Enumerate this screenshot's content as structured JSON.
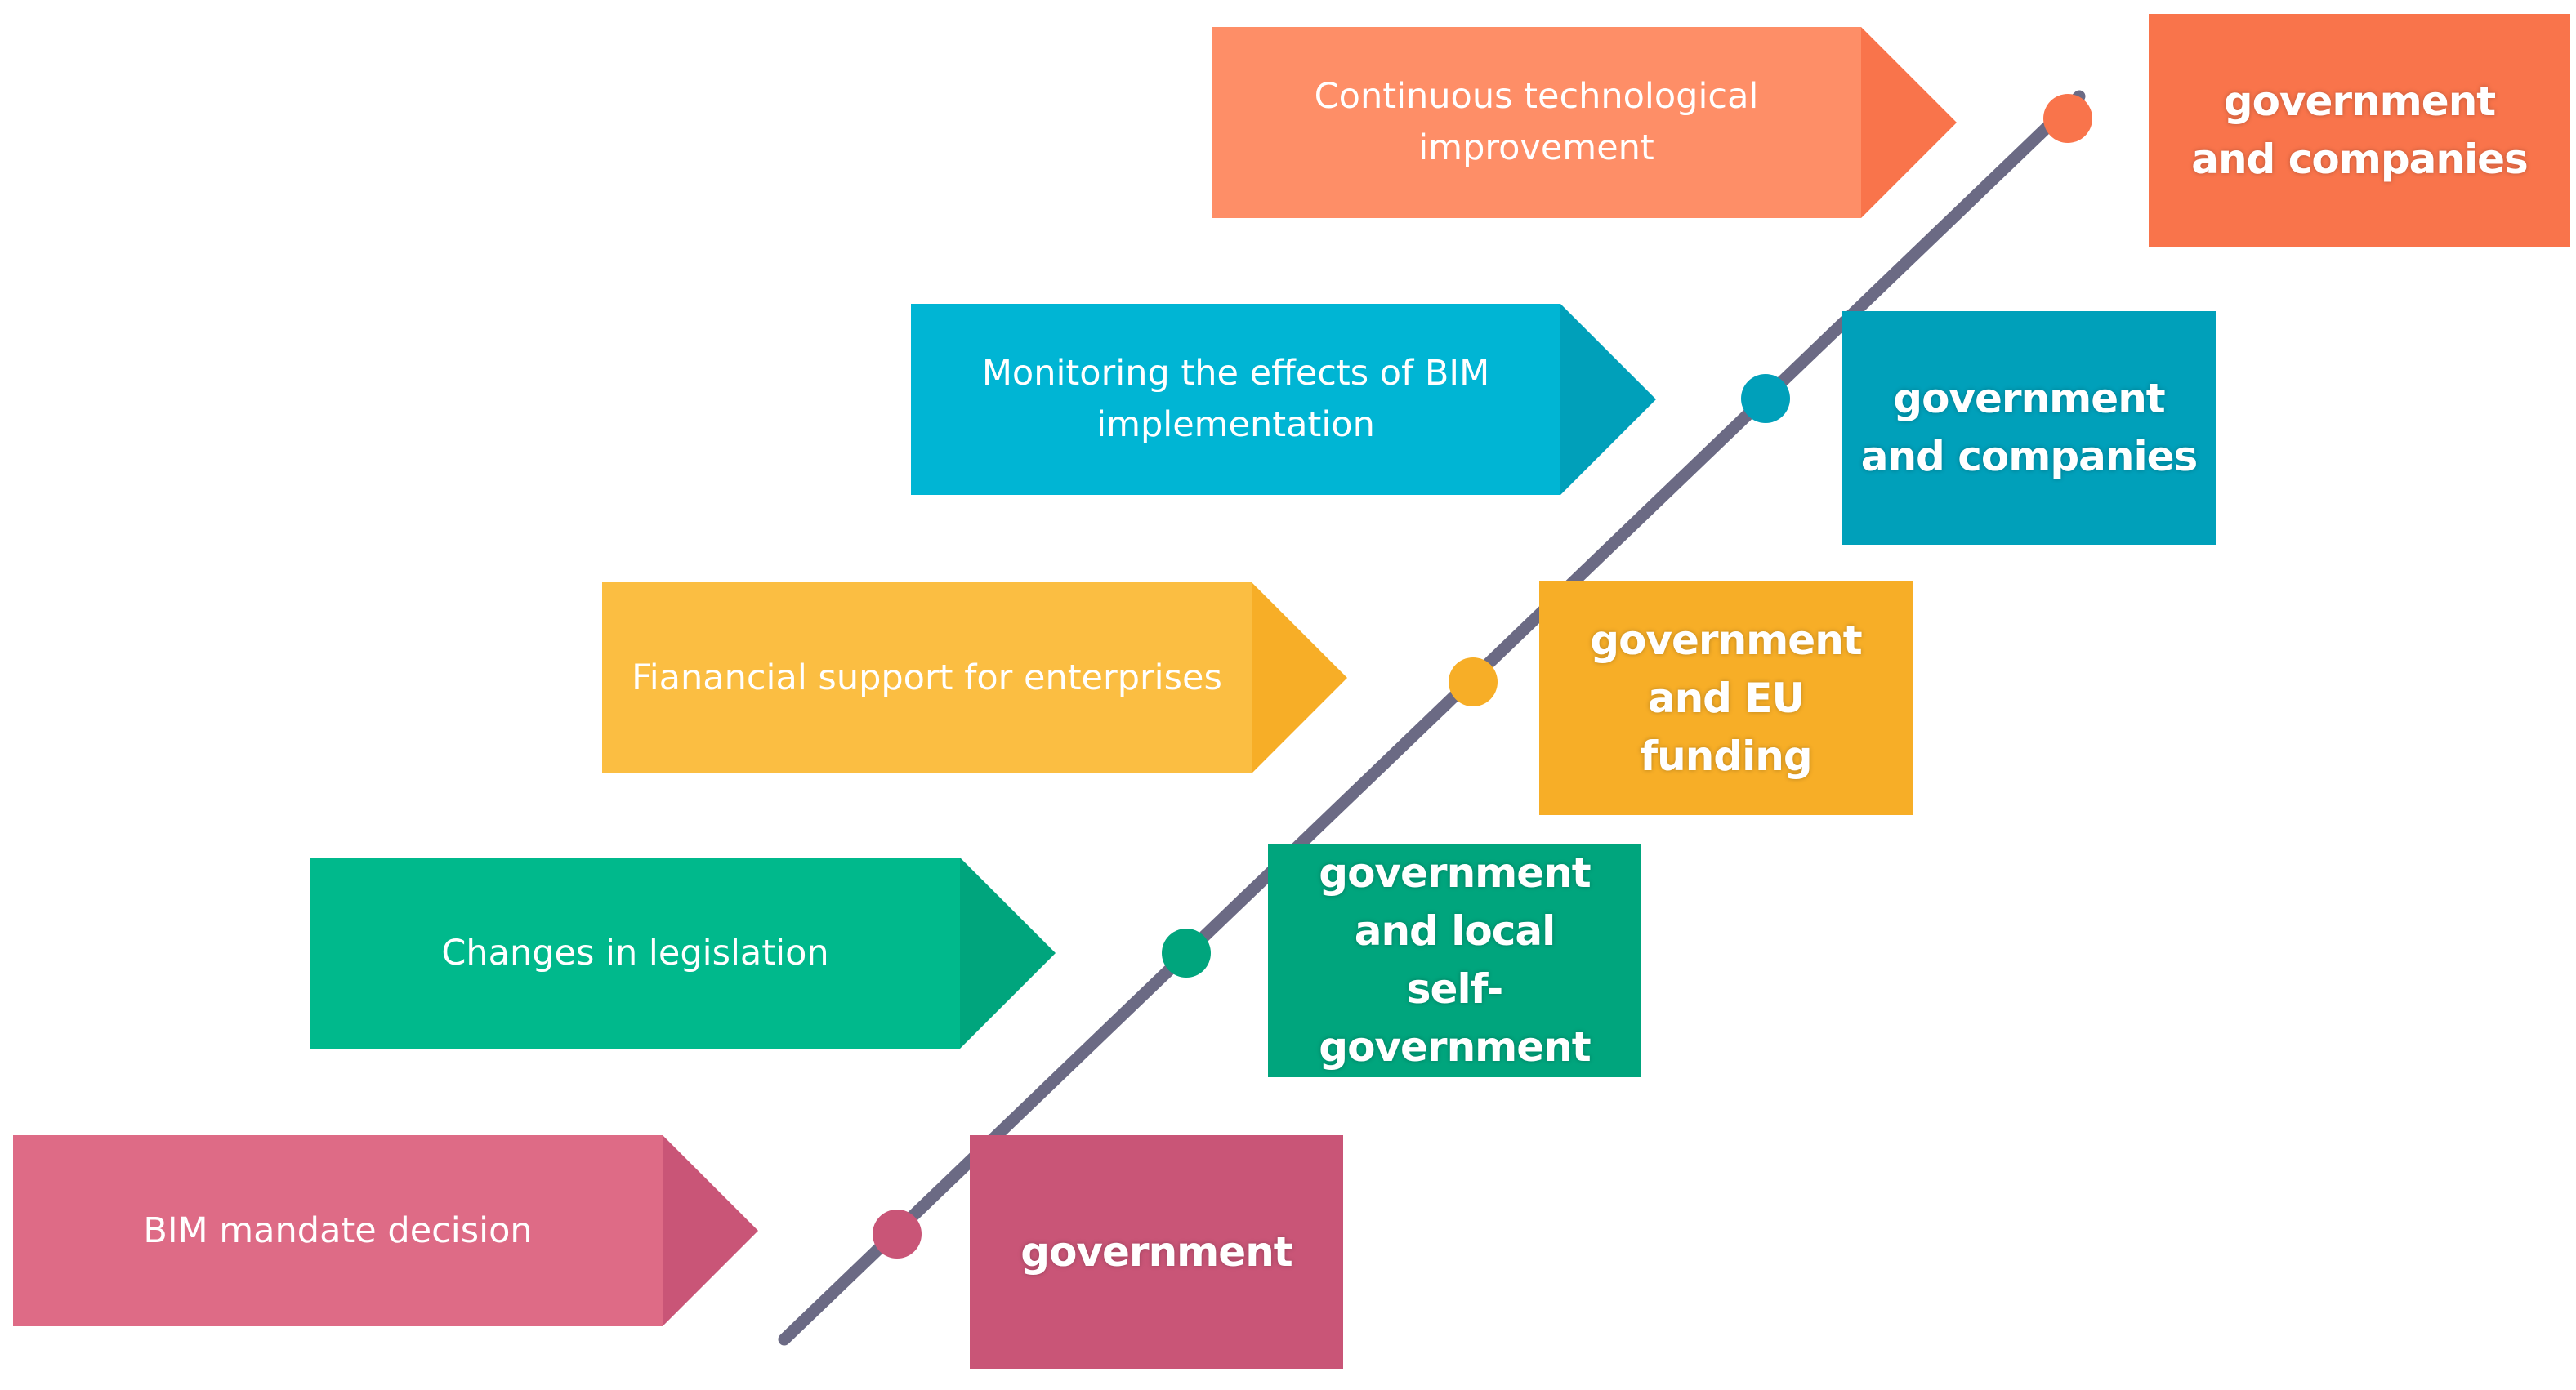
{
  "steps": [
    {
      "action": "BIM mandate decision",
      "owner": "government",
      "colors": {
        "arrow": "#DE6B86",
        "arrow_tip": "#C95577",
        "box": "#C95577",
        "dot": "#C95577"
      }
    },
    {
      "action": "Changes in legislation",
      "owner": "government\nand local\nself-government",
      "colors": {
        "arrow": "#00B98C",
        "arrow_tip": "#00A57D",
        "box": "#00A57D",
        "dot": "#00A57D"
      }
    },
    {
      "action": "Fianancial support for enterprises",
      "owner": "government\nand EU funding",
      "colors": {
        "arrow": "#FBBE42",
        "arrow_tip": "#F7AE27",
        "box": "#F7AE27",
        "dot": "#F7AE27"
      }
    },
    {
      "action": "Monitoring the effects of BIM\nimplementation",
      "owner": "government\nand companies",
      "colors": {
        "arrow": "#00B5D4",
        "arrow_tip": "#00A0BA",
        "box": "#00A0BA",
        "dot": "#00A0BA"
      }
    },
    {
      "action": "Continuous technological\nimprovement",
      "owner": "government\nand companies",
      "colors": {
        "arrow": "#FE8E67",
        "arrow_tip": "#F9744B",
        "box": "#F9744B",
        "dot": "#F9744B"
      }
    }
  ],
  "timeline_color": "#6B6A84"
}
